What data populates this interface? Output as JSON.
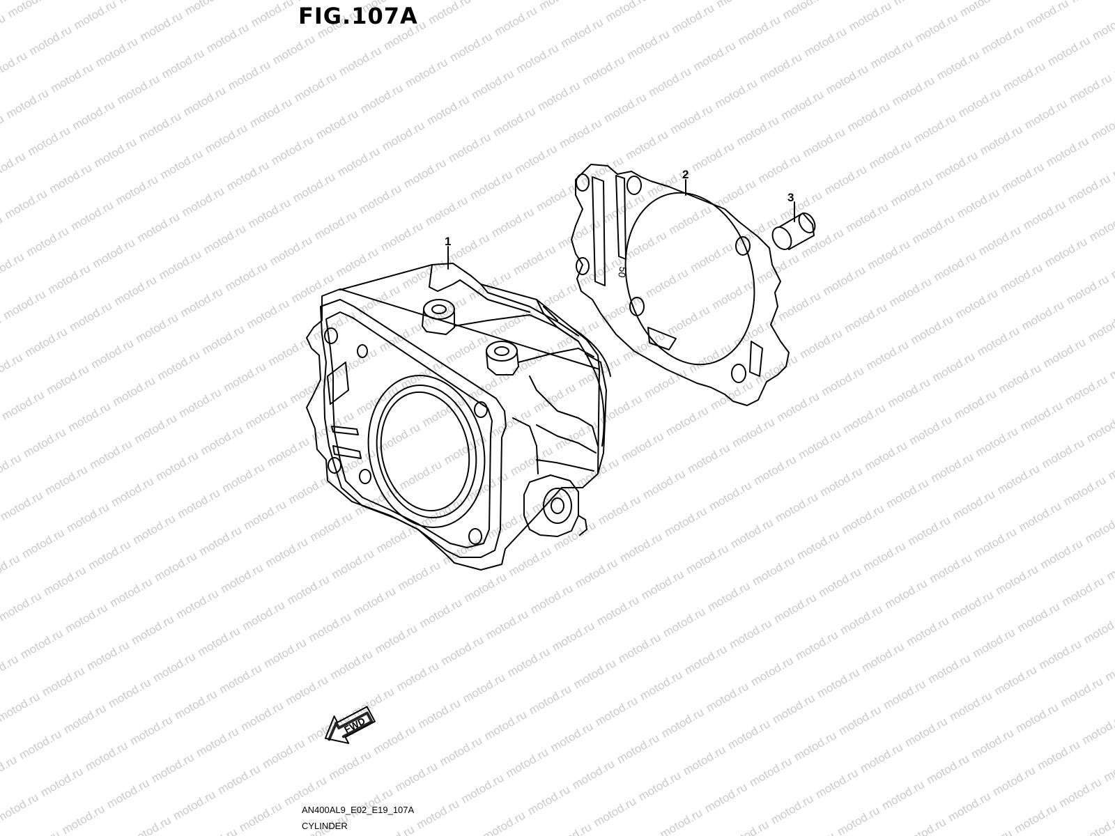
{
  "figure": {
    "title": "FIG.107A"
  },
  "watermark": {
    "text": "motod.ru",
    "color": "#c9c9c9"
  },
  "callouts": [
    {
      "number": "1",
      "part": "cylinder"
    },
    {
      "number": "2",
      "part": "cylinder-gasket"
    },
    {
      "number": "3",
      "part": "dowel-pin"
    }
  ],
  "direction_badge": {
    "label": "FWD"
  },
  "gasket_marking": "50",
  "footer": {
    "model_code": "AN400AL9_E02_E19_107A",
    "section_name": "CYLINDER"
  }
}
